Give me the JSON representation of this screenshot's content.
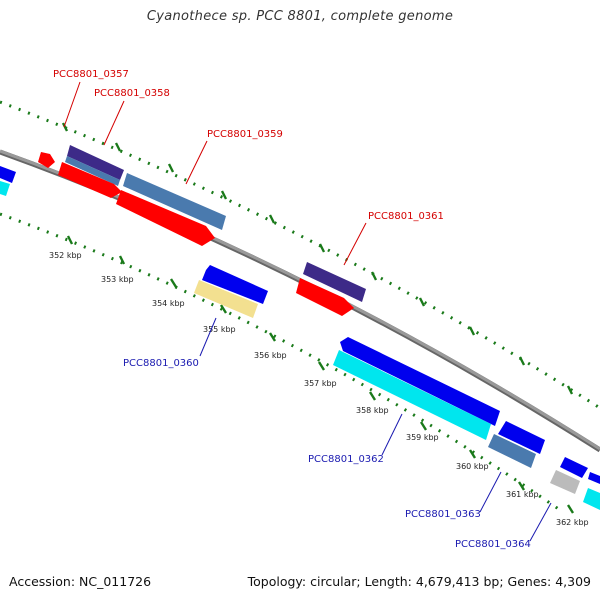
{
  "title": "Cyanothece sp. PCC 8801, complete genome",
  "footer": {
    "accession": "Accession: NC_011726",
    "summary": "Topology: circular; Length: 4,679,413 bp; Genes: 4,309"
  },
  "ticks": [
    "352 kbp",
    "353 kbp",
    "354 kbp",
    "355 kbp",
    "356 kbp",
    "357 kbp",
    "358 kbp",
    "359 kbp",
    "360 kbp",
    "361 kbp",
    "362 kbp"
  ],
  "genes_top": [
    "PCC8801_0357",
    "PCC8801_0358",
    "PCC8801_0359",
    "PCC8801_0361"
  ],
  "genes_bottom": [
    "PCC8801_0360",
    "PCC8801_0362",
    "PCC8801_0363",
    "PCC8801_0364"
  ],
  "colors": {
    "red": "#ff0000",
    "blue": "#0000ee",
    "cyan": "#00e6ee",
    "purple": "#3d2a88",
    "steelblue": "#4a7aae",
    "khaki": "#f3e090",
    "gray": "#bbbbbb",
    "backbone": "#888888",
    "tick_green": "#1a7a1a"
  }
}
